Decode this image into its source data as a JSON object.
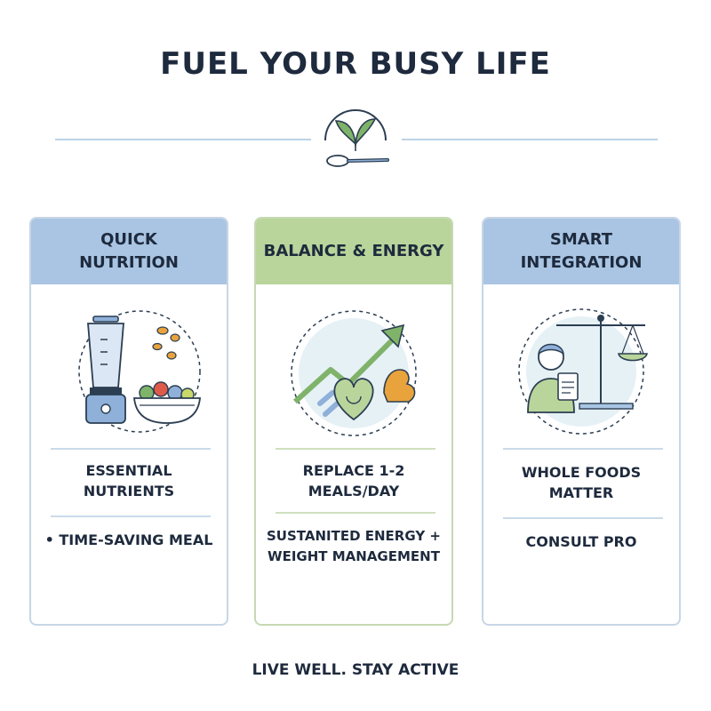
{
  "header": {
    "title": "FUEL YOUR BUSY LIFE"
  },
  "cards": [
    {
      "heading": "QUICK\nNUTRITION",
      "illustration": "blender-and-fruit-bowl-icon",
      "items": [
        "ESSENTIAL\nNUTRIENTS",
        "•  TIME-SAVING MEAL"
      ]
    },
    {
      "heading": "BALANCE & ENERGY",
      "illustration": "rising-arrow-heart-flexed-arm-icon",
      "items": [
        "REPLACE 1-2\nMEALS/DAY",
        "SUSTANITED ENERGY +\nWEIGHT MANAGEMENT"
      ]
    },
    {
      "heading": "SMART\nINTEGRATION",
      "illustration": "person-with-scale-and-clipboard-icon",
      "items": [
        "WHOLE FOODS\nMATTER",
        "CONSULT PRO"
      ]
    }
  ],
  "footer": {
    "tagline": "LIVE WELL. STAY ACTIVE"
  },
  "colors": {
    "title": "#1e2a3d",
    "blue_header": "#a9c5e3",
    "green_header": "#b9d59b",
    "card_border_blue": "#c7d6e6",
    "card_border_green": "#c5d9b2",
    "icon_stroke": "#2c3e52",
    "icon_blue": "#8fb0d9",
    "icon_green": "#7fb36a",
    "icon_orange": "#e8a33c"
  }
}
